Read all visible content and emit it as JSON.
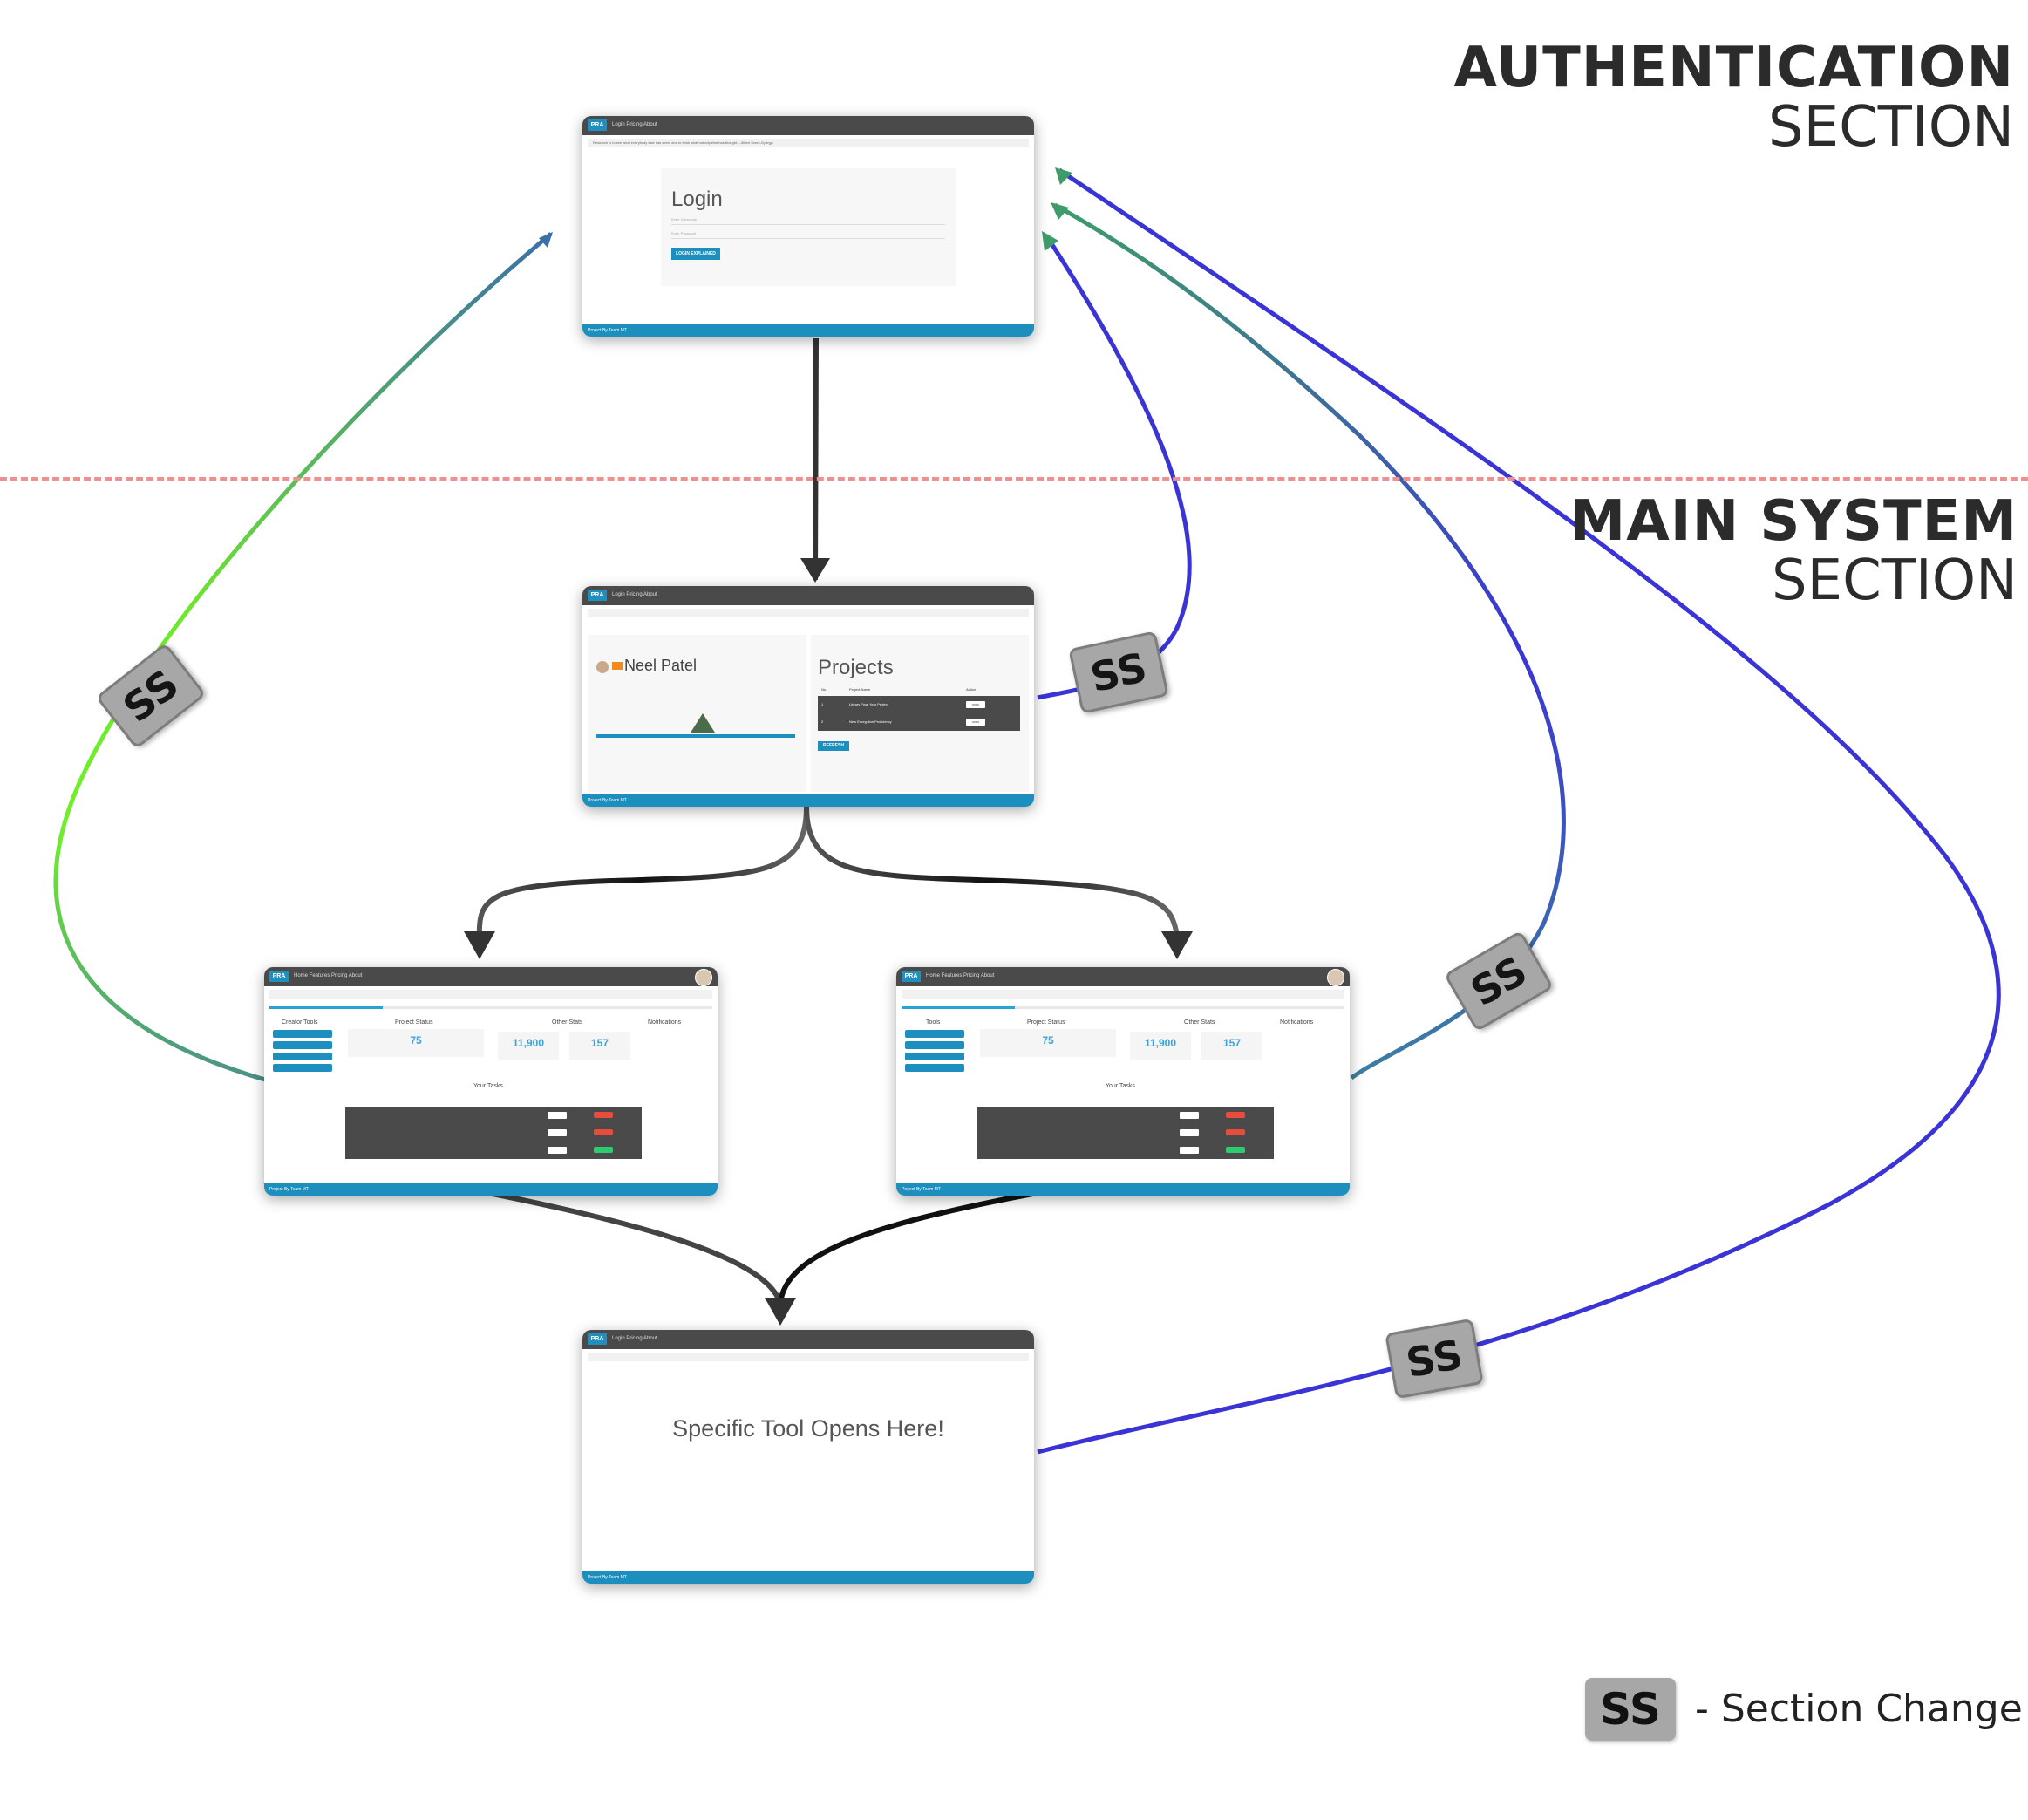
{
  "sections": {
    "auth": {
      "bold": "AUTHENTICATION",
      "light": "SECTION"
    },
    "main": {
      "bold": "MAIN SYSTEM",
      "light": "SECTION"
    }
  },
  "badge_text": "SS",
  "legend": {
    "badge": "SS",
    "text": "- Section Change"
  },
  "login_screen": {
    "brand": "PRA",
    "nav": "Login   Pricing   About",
    "notice": "Research is to see what everybody else has seen, and to think what nobody else has thought. - Albert Szent-Györgyi",
    "title": "Login",
    "username_placeholder": "Enter Username",
    "password_placeholder": "Enter Password",
    "button": "LOGIN EXPLAINED",
    "footer": "Project By Team MT"
  },
  "profile_screen": {
    "brand": "PRA",
    "nav": "Login   Pricing   About",
    "name": "Neel Patel",
    "projects_title": "Projects",
    "table_headers": [
      "No.",
      "Project Name",
      "Action"
    ],
    "rows": [
      {
        "no": "1",
        "name": "Library Final Year Project",
        "action": "OPEN"
      },
      {
        "no": "2",
        "name": "New Encryption Proficiency",
        "action": "OPEN"
      }
    ],
    "refresh": "REFRESH",
    "footer": "Project By Team MT"
  },
  "dashboard_creator": {
    "brand": "PRA",
    "nav": "Home   Features   Pricing   About",
    "tools_label": "Creator Tools",
    "project_status_label": "Project Status",
    "other_stats_label": "Other Stats",
    "notifications_label": "Notifications",
    "status_value": "75",
    "stat1": "11,900",
    "stat2": "157",
    "tasks_title": "Your Tasks",
    "footer": "Project By Team MT"
  },
  "dashboard_member": {
    "brand": "PRA",
    "nav": "Home   Features   Pricing   About",
    "tools_label": "Tools",
    "project_status_label": "Project Status",
    "other_stats_label": "Other Stats",
    "notifications_label": "Notifications",
    "status_value": "75",
    "stat1": "11,900",
    "stat2": "157",
    "tasks_title": "Your Tasks",
    "footer": "Project By Team MT"
  },
  "tool_screen": {
    "brand": "PRA",
    "nav": "Login   Pricing   About",
    "message": "Specific Tool Opens Here!",
    "footer": "Project By Team MT"
  },
  "colors": {
    "accent": "#1d8fbe",
    "navbar": "#4a4a4a",
    "divider": "#ee9090",
    "badge": "#a7a7a7"
  }
}
